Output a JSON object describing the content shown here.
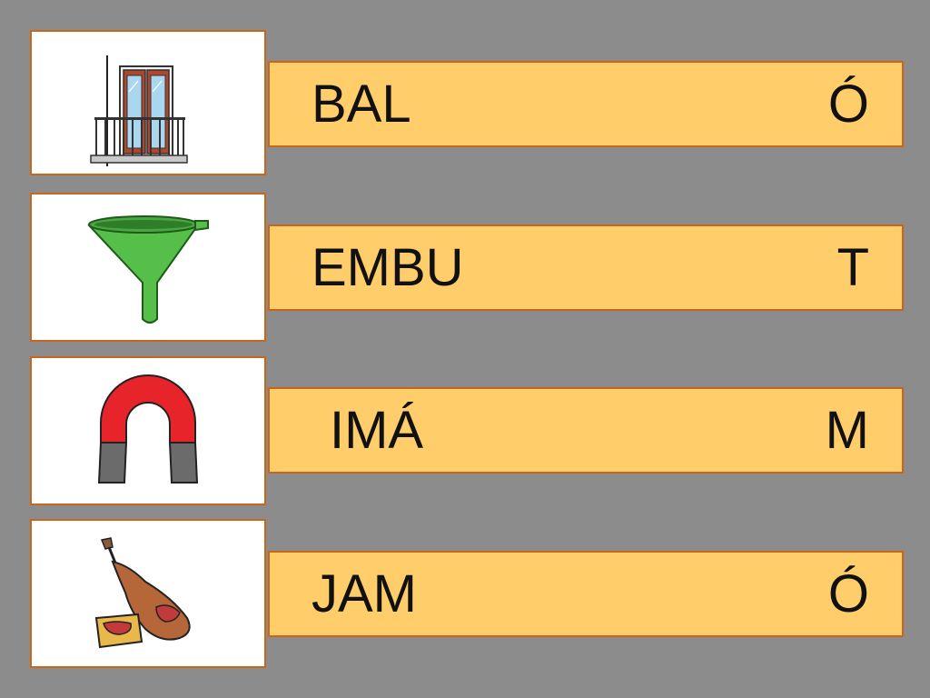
{
  "colors": {
    "background": "#8c8c8c",
    "card_border": "#c8661a",
    "bar_fill": "#ffcd69",
    "text": "#111111"
  },
  "items": [
    {
      "icon": "balcony-icon",
      "left_text": "BAL",
      "right_text": "Ó"
    },
    {
      "icon": "funnel-icon",
      "left_text": "EMBU",
      "right_text": "T"
    },
    {
      "icon": "magnet-icon",
      "left_text": "IMÁ",
      "right_text": "M"
    },
    {
      "icon": "ham-icon",
      "left_text": "JAM",
      "right_text": "Ó"
    }
  ]
}
